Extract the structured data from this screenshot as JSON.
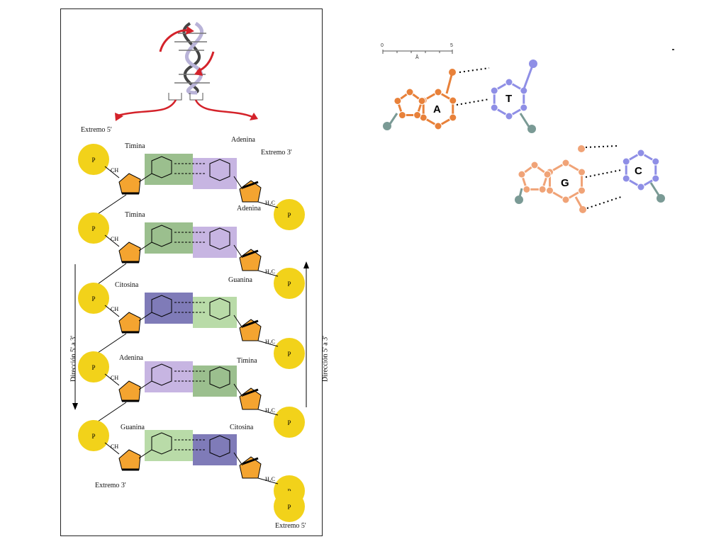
{
  "left_diagram": {
    "end_5_top": "Extremo 5'",
    "end_3_top": "Extremo 3'",
    "end_3_bottom": "Extremo 3'",
    "end_5_bottom": "Extremo 5'",
    "direction_left": "Dirección 5' a 3'",
    "direction_right": "Dirección 5' a 3'",
    "pairs": [
      {
        "left": "Timina",
        "right": "Adenina"
      },
      {
        "left": "Timina",
        "right": "Adenina"
      },
      {
        "left": "Citosina",
        "right": "Guanina"
      },
      {
        "left": "Adenina",
        "right": "Timina"
      },
      {
        "left": "Guanina",
        "right": "Citosina"
      }
    ],
    "phosphate_label": "P",
    "ch2_label": "CH",
    "colors": {
      "phosphate": "#f2d21a",
      "sugar": "#f4a430",
      "thymine": "#9bbf8e",
      "adenine": "#c7b5e2",
      "cytosine": "#7f7bb8",
      "guanine": "#b9dba8",
      "arrow": "#d4222a"
    }
  },
  "right_diagram": {
    "scale": {
      "min": "0",
      "max": "5",
      "unit": "Å"
    },
    "at_pair": {
      "a": "A",
      "t": "T"
    },
    "gc_pair": {
      "g": "G",
      "c": "C"
    },
    "colors": {
      "purine": "#e8813a",
      "pyrimidine": "#8f8fe6",
      "g_color": "#f0a377",
      "backbone": "#7a9a95"
    }
  }
}
